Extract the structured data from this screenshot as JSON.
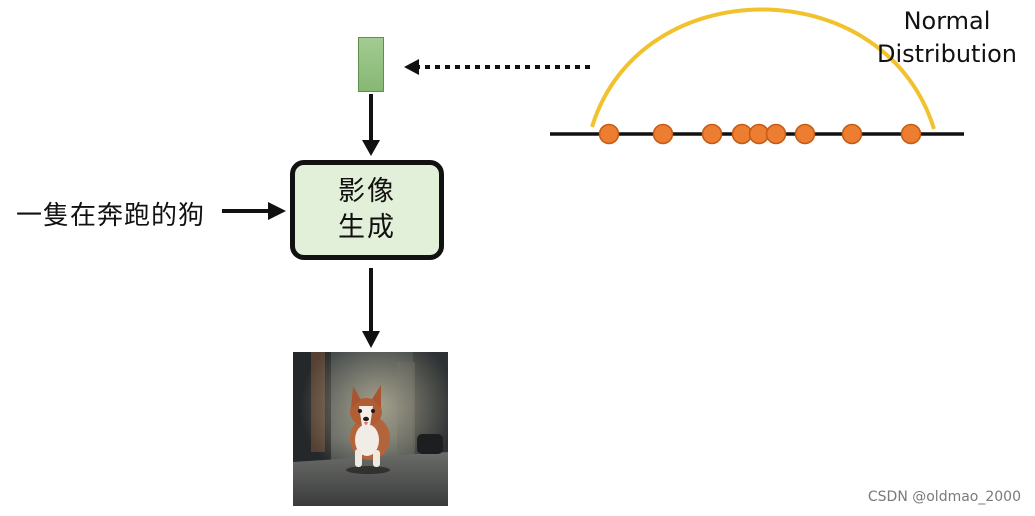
{
  "diagram": {
    "prompt_text": "一隻在奔跑的狗",
    "generator_line1": "影像",
    "generator_line2": "生成",
    "distribution_line1": "Normal",
    "distribution_line2": "Distribution",
    "sample_point_count": 9,
    "watermark": "CSDN @oldmao_2000"
  },
  "colors": {
    "curve": "#f2c12e",
    "points": "#ed7d31",
    "point_outline": "#c55a11",
    "box_fill": "#e2efd9",
    "latent_fill": "#a9d18e"
  }
}
